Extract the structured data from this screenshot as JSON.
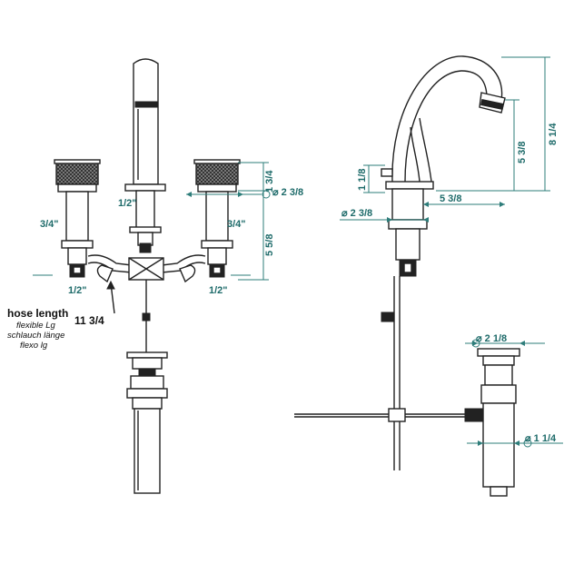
{
  "front_view": {
    "dim_pipe_center": "1/2\"",
    "dim_left_valve_side": "3/4\"",
    "dim_right_valve_side": "3/4\"",
    "dim_left_bottom": "1/2\"",
    "dim_right_bottom": "1/2\"",
    "dim_valve_height": "1 3/4",
    "dim_valve_diameter": "⌀ 2 3/8",
    "dim_valve_deck": "5 5/8",
    "hose_length_label": "hose length",
    "hose_length_en": "flexible Lg",
    "hose_length_de": "schlauch länge",
    "hose_length_it": "flexo lg",
    "hose_length_value": "11 3/4"
  },
  "side_view": {
    "dim_total_height": "8 1/4",
    "dim_outlet_height": "5 3/8",
    "dim_reach": "5 3/8",
    "dim_base_height": "1 1/8",
    "dim_base_diameter": "⌀ 2 3/8",
    "dim_drain_top_diameter": "⌀ 2 1/8",
    "dim_drain_outlet_diameter": "⌀ 1 1/4"
  },
  "colors": {
    "dimension": "#2e7d7a",
    "outline": "#222222"
  }
}
